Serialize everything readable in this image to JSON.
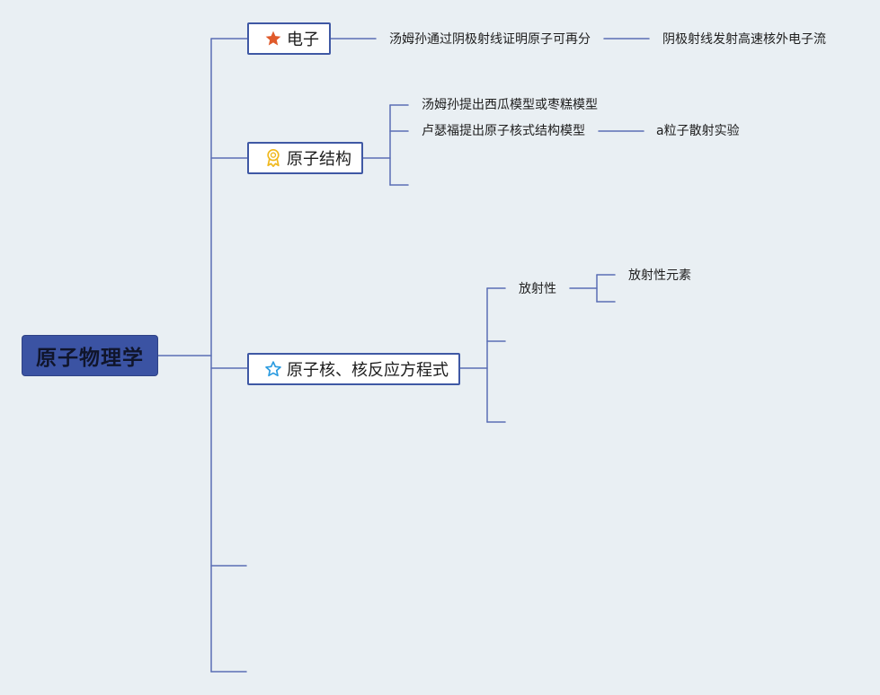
{
  "root": {
    "label": "原子物理学"
  },
  "topics": [
    {
      "label": "电子",
      "icon": "star-filled-icon",
      "icon_color": "#e05a2b",
      "children": [
        {
          "label": "汤姆孙通过阴极射线证明原子可再分",
          "children": [
            {
              "label": "阴极射线发射高速核外电子流"
            }
          ]
        }
      ]
    },
    {
      "label": "原子结构",
      "icon": "award-ribbon-icon",
      "icon_color": "#f0b81c",
      "children": [
        {
          "label": "汤姆孙提出西瓜模型或枣糕模型"
        },
        {
          "label": "卢瑟福提出原子核式结构模型",
          "children": [
            {
              "label": "a粒子散射实验"
            }
          ]
        }
      ]
    },
    {
      "label": "原子核、核反应方程式",
      "icon": "star-outline-icon",
      "icon_color": "#2b9be0",
      "children": [
        {
          "label": "放射性",
          "children": [
            {
              "label": "放射性元素"
            }
          ]
        }
      ]
    }
  ],
  "colors": {
    "background": "#e9eff3",
    "root_fill": "#3b53a3",
    "node_border": "#3f58a4",
    "connector": "#5b6fb5"
  }
}
